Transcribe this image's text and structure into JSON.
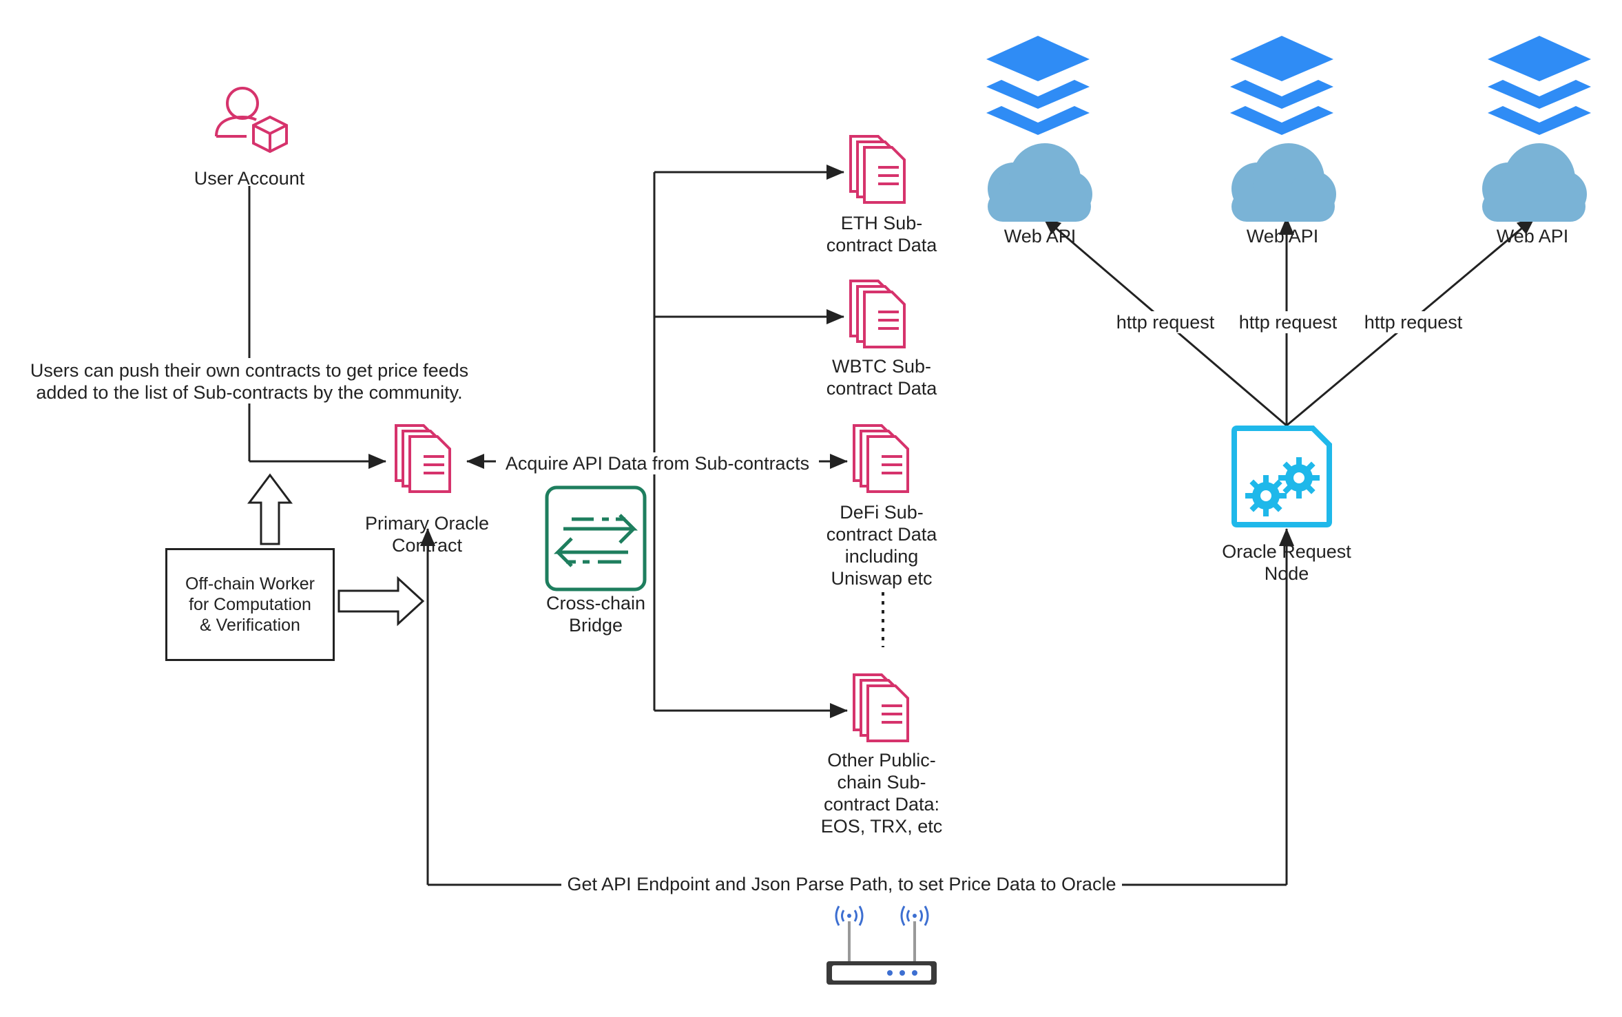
{
  "nodes": {
    "user_account": {
      "label": "User Account"
    },
    "user_note": {
      "label": "Users can push their own contracts to get price feeds\nadded to the list of Sub-contracts by the community."
    },
    "primary_oracle": {
      "label": "Primary Oracle\nContract"
    },
    "offchain_worker": {
      "label": "Off-chain Worker\nfor Computation\n& Verification"
    },
    "cross_chain_bridge": {
      "label": "Cross-chain\nBridge"
    },
    "eth_sub": {
      "label": "ETH Sub-\ncontract Data"
    },
    "wbtc_sub": {
      "label": "WBTC Sub-\ncontract Data"
    },
    "defi_sub": {
      "label": "DeFi Sub-\ncontract Data\nincluding\nUniswap etc"
    },
    "other_sub": {
      "label": "Other Public-\nchain Sub-\ncontract Data:\nEOS, TRX, etc"
    },
    "web_api_1": {
      "label": "Web API"
    },
    "web_api_2": {
      "label": "Web API"
    },
    "web_api_3": {
      "label": "Web API"
    },
    "oracle_request_node": {
      "label": "Oracle Request\nNode"
    }
  },
  "edges": {
    "acquire": {
      "label": "Acquire API Data from Sub-contracts"
    },
    "http_1": {
      "label": "http request"
    },
    "http_2": {
      "label": "http request"
    },
    "http_3": {
      "label": "http request"
    },
    "get_api": {
      "label": "Get API Endpoint and Json Parse Path, to set Price Data to Oracle"
    }
  },
  "colors": {
    "contract": "#d6336c",
    "bridge": "#1e7e5e",
    "layers": "#2f8cf5",
    "cloud": "#7ab3d6",
    "node_icon": "#1fb8ea",
    "line": "#222222",
    "router_signal": "#3d6fd1"
  },
  "icons": {
    "user_account": "user-cube-icon",
    "contract": "documents-icon",
    "bridge": "exchange-arrows-icon",
    "layers": "stacked-layers-icon",
    "cloud": "cloud-icon",
    "oracle_node": "gear-document-icon",
    "router": "router-icon"
  }
}
